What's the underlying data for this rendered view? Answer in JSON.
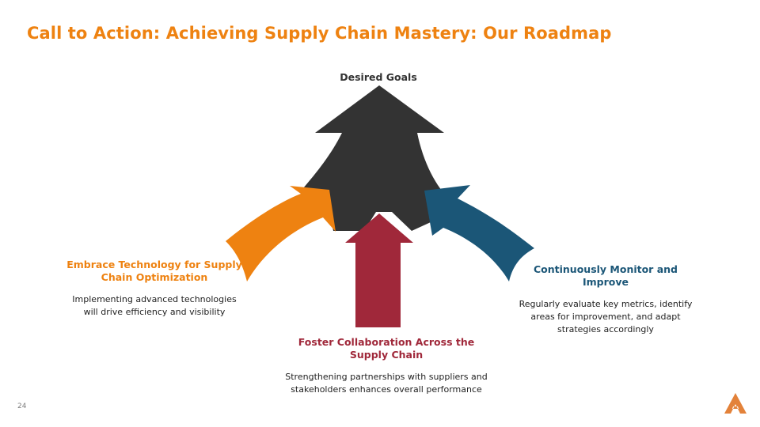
{
  "slide": {
    "title": "Call to Action: Achieving Supply Chain Mastery: Our Roadmap",
    "page_number": "24"
  },
  "diagram": {
    "goal_label": "Desired Goals",
    "steps": [
      {
        "title": "Embrace Technology for Supply Chain Optimization",
        "description": "Implementing advanced technologies will drive efficiency and visibility",
        "color": "#EE8211"
      },
      {
        "title": "Foster Collaboration Across the Supply Chain",
        "description": "Strengthening partnerships with suppliers and stakeholders enhances overall performance",
        "color": "#A0283A"
      },
      {
        "title": "Continuously Monitor and Improve",
        "description": "Regularly evaluate key metrics, identify areas for improvement, and adapt strategies accordingly",
        "color": "#1B5677"
      }
    ],
    "goal_color": "#333333"
  },
  "logo": {
    "icon": "triangle-a-logo-icon",
    "color": "#E3823A"
  }
}
